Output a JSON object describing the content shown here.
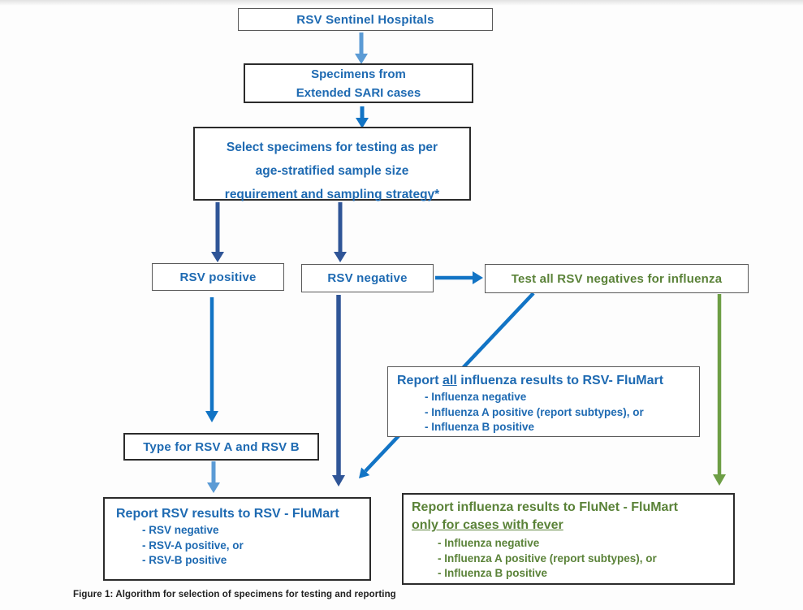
{
  "figure": {
    "caption": "Figure 1: Algorithm for selection of specimens for testing and reporting"
  },
  "colors": {
    "blue_text": "#1e6ab2",
    "green_text": "#5a8238",
    "arrow_light_blue": "#5b9bd5",
    "arrow_bright_blue": "#1274c5",
    "arrow_navy": "#2f5597",
    "arrow_green": "#6d9e45",
    "box_border_gray": "#595959",
    "box_border_dark": "#2b2b2b"
  },
  "nodes": {
    "sentinel": {
      "label": "RSV Sentinel Hospitals"
    },
    "specimens": {
      "line1": "Specimens from",
      "line2": "Extended SARI cases"
    },
    "select": {
      "line1": "Select specimens for testing as per",
      "line2": "age-stratified sample size",
      "line3": "requirement and sampling strategy*"
    },
    "rsv_positive": {
      "label": "RSV positive"
    },
    "rsv_negative": {
      "label": "RSV negative"
    },
    "test_negatives": {
      "label": "Test all RSV negatives for influenza"
    },
    "report_influenza_flumart": {
      "title_prefix": "Report ",
      "title_underlined": "all",
      "title_suffix": " influenza results to RSV- FluMart",
      "bullets": [
        "- Influenza negative",
        "- Influenza A positive (report subtypes), or",
        "- Influenza B positive"
      ]
    },
    "type_rsv": {
      "label": "Type for RSV A and RSV B"
    },
    "report_rsv": {
      "title": "Report RSV results to RSV - FluMart",
      "bullets": [
        "- RSV negative",
        "- RSV-A positive, or",
        "- RSV-B positive"
      ]
    },
    "report_flunet": {
      "title_line1": "Report influenza results to FluNet - FluMart",
      "title_line2": "only for cases with fever",
      "bullets": [
        "- Influenza negative",
        "- Influenza A positive (report subtypes), or",
        "- Influenza B positive"
      ]
    }
  }
}
